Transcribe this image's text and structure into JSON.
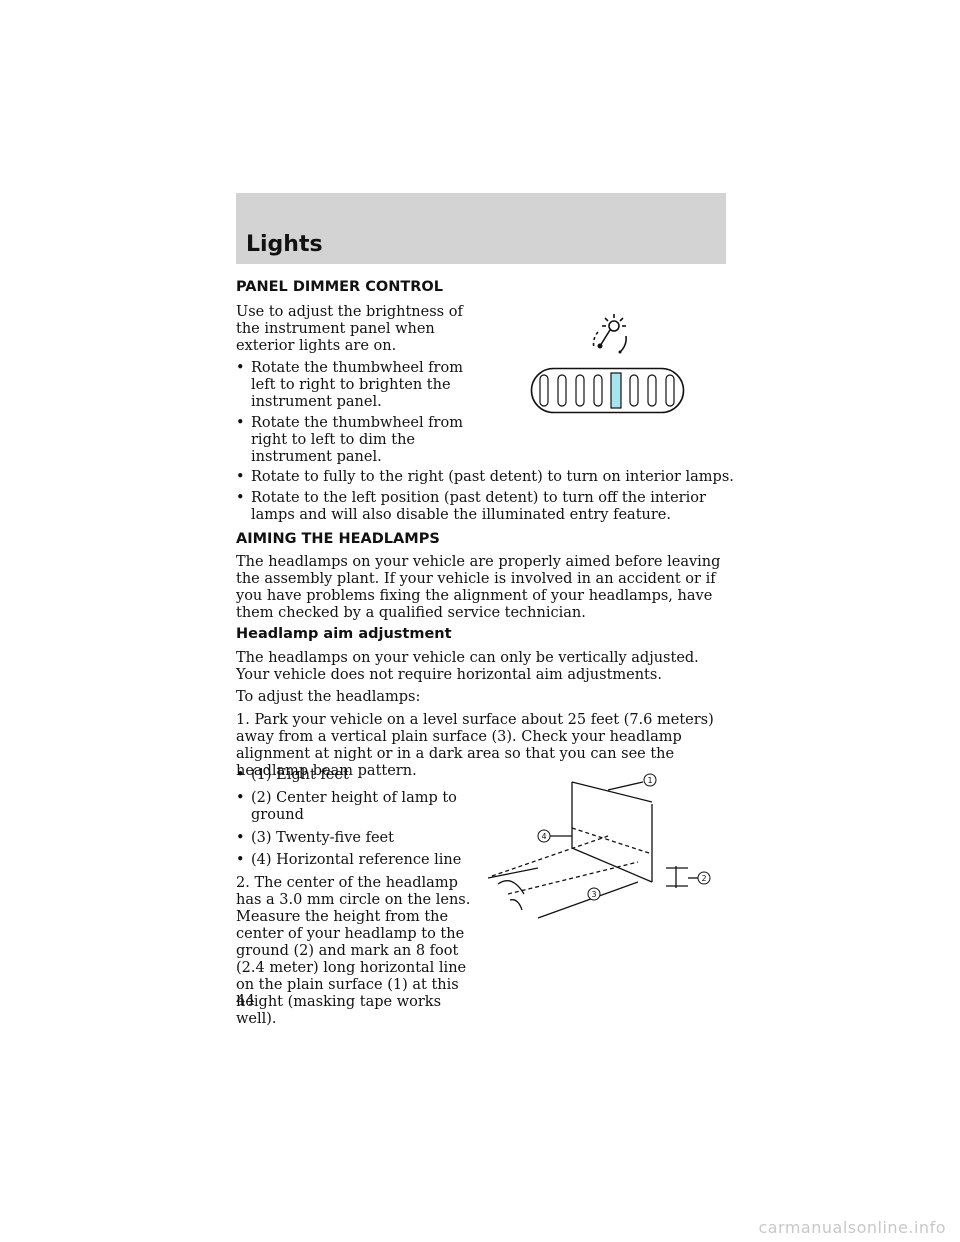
{
  "header": {
    "title": "Lights"
  },
  "panel_dimmer": {
    "heading": "PANEL DIMMER CONTROL",
    "intro": "Use to adjust the brightness of the instrument panel when exterior lights are on.",
    "bullets": [
      "Rotate the thumbwheel from left to right to brighten the instrument panel.",
      "Rotate the thumbwheel from right to left to dim the instrument panel.",
      "Rotate to fully to the right (past detent) to turn on interior lamps.",
      "Rotate to the left position (past detent) to turn off the interior lamps and will also disable the illuminated entry feature."
    ],
    "bullet_symbol": "•"
  },
  "aiming": {
    "heading": "AIMING THE HEADLAMPS",
    "body": "The headlamps on your vehicle are properly aimed before leaving the assembly plant. If your vehicle is involved in an accident or if you have problems fixing the alignment of your headlamps, have them checked by a qualified service technician."
  },
  "adjustment": {
    "heading": "Headlamp aim adjustment",
    "body": "The headlamps on your vehicle can only be vertically adjusted. Your vehicle does not require horizontal aim adjustments.",
    "to_adjust": "To adjust the headlamps:",
    "step1": "1. Park your vehicle on a level surface about 25 feet (7.6 meters) away from a vertical plain surface (3). Check your headlamp alignment at night or in a dark area so that you can see the headlamp beam pattern.",
    "legend": [
      "(1) Eight feet",
      "(2) Center height of lamp to ground",
      "(3) Twenty-five feet",
      "(4) Horizontal reference line"
    ],
    "step2": "2. The center of the headlamp has a 3.0 mm circle on the lens. Measure the height from the center of your headlamp to the ground (2) and mark an 8 foot (2.4 meter) long horizontal line on the plain surface (1) at this height (masking tape works well)."
  },
  "diagram_labels": {
    "one": "1",
    "two": "2",
    "three": "3",
    "four": "4"
  },
  "icon_names": {
    "dimmer": "panel-light-icon",
    "thumbwheel": "thumbwheel-icon"
  },
  "colors": {
    "header_bg": "#d3d3d3",
    "thumbwheel_indicator": "#a8e4f0"
  },
  "page_number": "44",
  "watermark": "carmanualsonline.info"
}
